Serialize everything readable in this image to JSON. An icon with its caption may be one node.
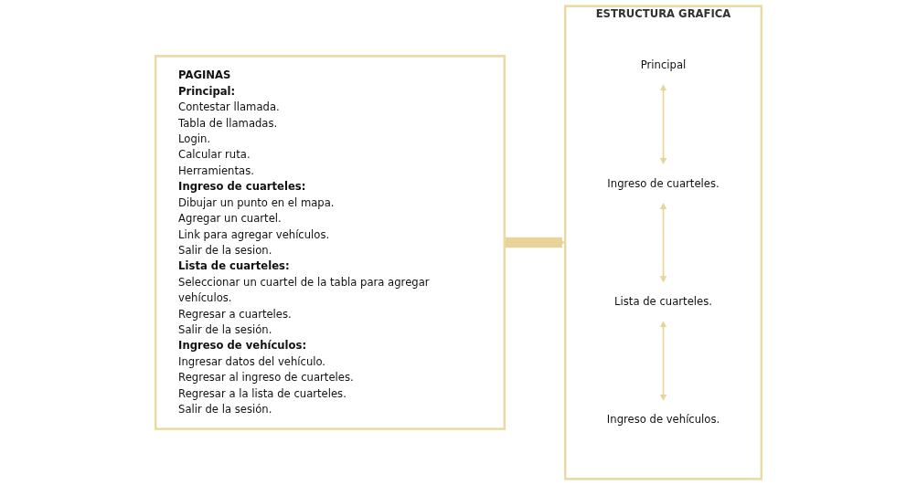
{
  "diagram": {
    "nodes": [
      {
        "text": [
          "PAGINAS",
          "Principal:",
          "Contestar llamada.",
          "Tabla de llamadas.",
          "Login.",
          "Calcular ruta.",
          "Herramientas.",
          "Ingreso de cuarteles:",
          "Dibujar un punto en el mapa.",
          "Agregar un cuartel.",
          "Link para agregar vehículos.",
          "Salir de la sesion.",
          "Lista de cuarteles:",
          "Seleccionar un cuartel de la tabla para agregar vehículos.",
          "Regresar a cuarteles.",
          "Salir de la sesión.",
          "Ingreso de vehículos:",
          "Ingresar datos del vehículo.",
          "Regresar al ingreso de cuarteles.",
          "Regresar a la lista de cuarteles.",
          "Salir de la sesión."
        ]
      },
      {
        "text": [
          "ESTRUCTURA GRAFICA"
        ]
      },
      {
        "text": [
          "Principal"
        ],
        "in": 1
      },
      {
        "text": [
          "Ingreso de cuarteles."
        ],
        "in": 1
      },
      {
        "text": [
          "Lista de cuarteles."
        ],
        "in": 1
      },
      {
        "text": [
          "Ingreso de vehículos."
        ],
        "in": 1
      }
    ],
    "edges": [
      {
        "from": 0,
        "to": 1,
        "arrow": "to",
        "style": "thick"
      },
      {
        "from": 2,
        "to": 3,
        "arrow": "both"
      },
      {
        "from": 3,
        "to": 4,
        "arrow": "both"
      },
      {
        "from": 4,
        "to": 5,
        "arrow": "both"
      }
    ]
  }
}
